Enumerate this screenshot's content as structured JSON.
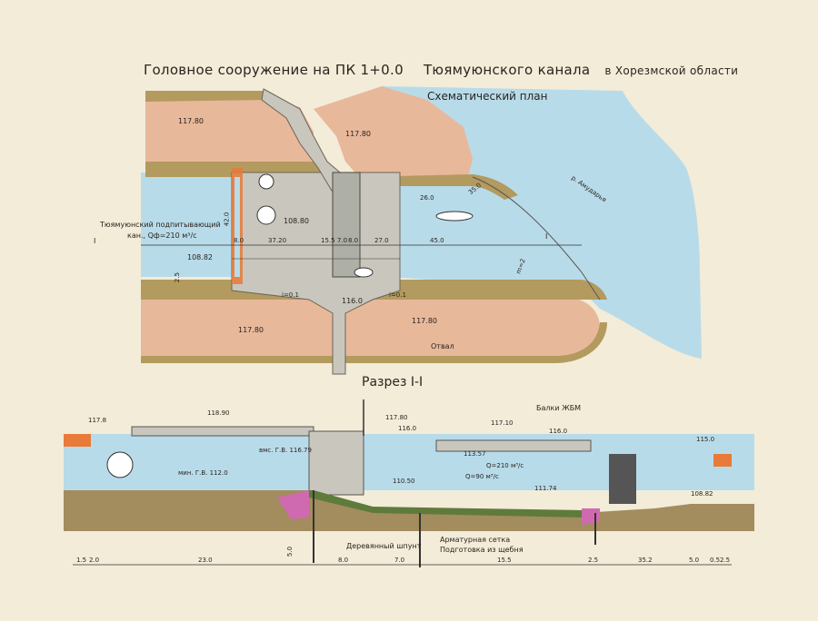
{
  "title": {
    "line1": "Головное сооружение  на ПК 1+0.0",
    "line2": "Тюямуюнского канала",
    "line3": "в Хорезмской области"
  },
  "plan": {
    "heading": "Схематический план",
    "river": "р. Амударья",
    "canal_label_1": "Тюямуюнский подпитывающий",
    "canal_label_2": "кан., Qф=210 м³/с",
    "section_mark_left": "I",
    "section_mark_right": "I",
    "otval": "Отвал",
    "elevations": [
      "117.80",
      "117.80",
      "117.80",
      "117.80",
      "108.80",
      "108.82",
      "116.0"
    ],
    "slope_left": "i=0.1",
    "slope_right": "i=0.1",
    "m_label": "m=2",
    "dims": {
      "d42": "42.0",
      "d8": "8.0",
      "d25": "2.5",
      "d3720": "37.20",
      "d155": "15.5",
      "d70": "7.0",
      "d80": "8.0",
      "d270": "27.0",
      "d450": "45.0",
      "d260": "26.0",
      "d35": "35.0"
    }
  },
  "section": {
    "heading": "Разрез  I-I",
    "balki": "Балки ЖБМ",
    "elev_1178": "117.8",
    "elev_1189": "118.90",
    "elev_1178b": "117.80",
    "elev_160a": "116.0",
    "elev_1171": "117.10",
    "elev_160b": "116.0",
    "elev_1150": "115.0",
    "elev_1135": "113.57",
    "elev_1105": "110.50",
    "elev_1117": "111.74",
    "elev_1088": "108.82",
    "vgv": "вмс. Г.В. 116.79",
    "ngv": "мин. Г.В. 112.0",
    "q1": "Q=210 м³/с",
    "q2": "Q=90 м³/с",
    "shpunt": "Деревянный шпунт",
    "setka": "Арматурная сетка",
    "podgotovka": "Подготовка из щебня",
    "depth_5": "5.0",
    "bottom_dims": [
      "1.5",
      "2.0",
      "23.0",
      "8.0",
      "7.0",
      "15.5",
      "2.5",
      "35.2",
      "5.0",
      "0.5",
      "2.5"
    ]
  },
  "colors": {
    "water": "#b8dbe9",
    "land": "#e8b89a",
    "embankment": "#b39a5e",
    "concrete": "#c9c7bd",
    "soil": "#a38c5e",
    "grass": "#5f7a3d",
    "pink": "#d06ab0",
    "orange": "#e87a3a"
  }
}
